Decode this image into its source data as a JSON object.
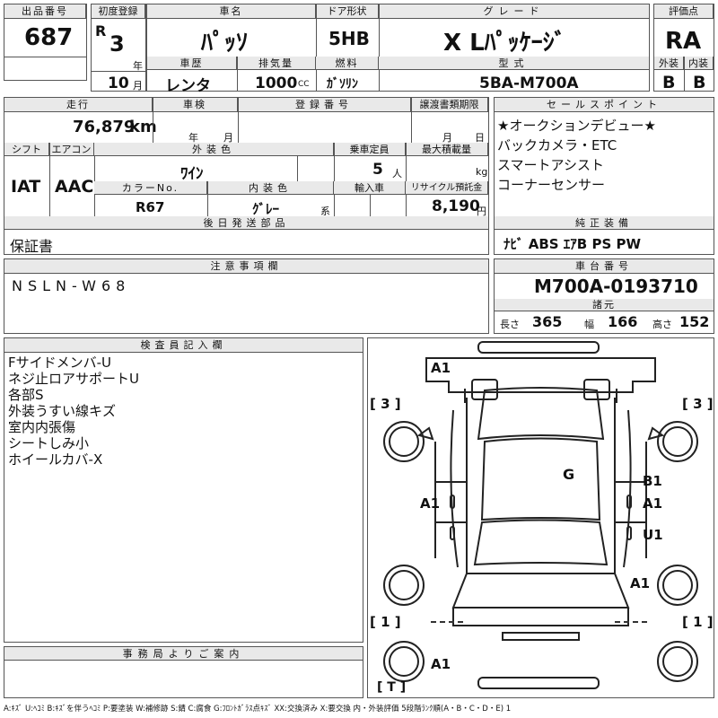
{
  "header": {
    "lot_label": "出品番号",
    "lot_no": "687",
    "first_reg_label": "初度登録",
    "era": "R",
    "year": "3",
    "year_unit": "年",
    "month": "10",
    "month_unit": "月",
    "car_name_label": "車名",
    "car_name": "ﾊﾟｯｿ",
    "door_label": "ドア形状",
    "door": "5HB",
    "grade_label": "グレード",
    "grade": "X Lﾊﾟｯｹｰｼﾞ",
    "score_label": "評価点",
    "score": "RA",
    "exterior_label": "外装",
    "exterior": "B",
    "interior_label": "内装",
    "interior": "B",
    "history_label": "車歴",
    "history": "レンタ",
    "displacement_label": "排気量",
    "displacement": "1000",
    "cc_unit": "CC",
    "fuel_label": "燃料",
    "fuel": "ｶﾞｿﾘﾝ",
    "model_label": "型式",
    "model": "5BA-M700A"
  },
  "row2": {
    "mileage_label": "走行",
    "mileage": "76,879",
    "km_unit": "km",
    "inspection_label": "車検",
    "insp_year_unit": "年",
    "insp_month_unit": "月",
    "reg_no_label": "登録番号",
    "transfer_label": "譲渡書類期限",
    "transfer_month_unit": "月",
    "transfer_day_unit": "日",
    "shift_label": "シフト",
    "shift": "IAT",
    "ac_label": "エアコン",
    "ac": "AAC",
    "ext_color_label": "外装色",
    "ext_color": "ﾜｲﾝ",
    "capacity_label": "乗車定員",
    "capacity": "5",
    "capacity_unit": "人",
    "load_label": "最大積載量",
    "load_unit": "kg",
    "color_no_label": "カラーNo.",
    "color_no": "R67",
    "int_color_label": "内装色",
    "int_color": "ｸﾞﾚｰ",
    "int_color_unit": "系",
    "import_label": "輸入車",
    "recycle_label": "リサイクル預託金",
    "recycle": "8,190",
    "recycle_unit": "円",
    "later_parts_label": "後日発送部品",
    "later_parts": "保証書"
  },
  "sales_points": {
    "label": "セールスポイント",
    "lines": [
      "★オークションデビュー★",
      "バックカメラ・ETC",
      "スマートアシスト",
      "コーナーセンサー"
    ]
  },
  "equipment": {
    "label": "純正装備",
    "value": "ﾅﾋﾞ ABS ｴｱB PS PW"
  },
  "notes": {
    "label": "注意事項欄",
    "value": "NSLN-W68"
  },
  "chassis": {
    "label": "車台番号",
    "value": "M700A-0193710"
  },
  "specs": {
    "label": "諸元",
    "length_label": "長さ",
    "length": "365",
    "width_label": "幅",
    "width": "166",
    "height_label": "高さ",
    "height": "152"
  },
  "inspector": {
    "label": "検査員記入欄",
    "lines": [
      "Fサイドメンバ-U",
      "ネジ止ロアサポートU",
      "各部S",
      "外装うすい線キズ",
      "室内内張傷",
      "シートしみ小",
      "ホイールカバ-X"
    ]
  },
  "office": {
    "label": "事務局よりご案内"
  },
  "diagram": {
    "marks": [
      "A1",
      "[ 3 ]",
      "[ 3 ]",
      "G",
      "A1",
      "B1",
      "A1",
      "U1",
      "A1",
      "[ 1 ]",
      "[ 1 ]",
      "A1",
      "[ T ]"
    ]
  },
  "legend": "A:ｷｽﾞ U:ﾍｺﾐ B:ｷｽﾞを伴うﾍｺﾐ P:要塗装 W:補修跡 S:錆 C:腐食 G:ﾌﾛﾝﾄｶﾞﾗｽ点ｷｽﾞ XX:交換済み X:要交換 内・外装評価 5段階ﾗﾝｸ順(A・B・C・D・E) 1"
}
